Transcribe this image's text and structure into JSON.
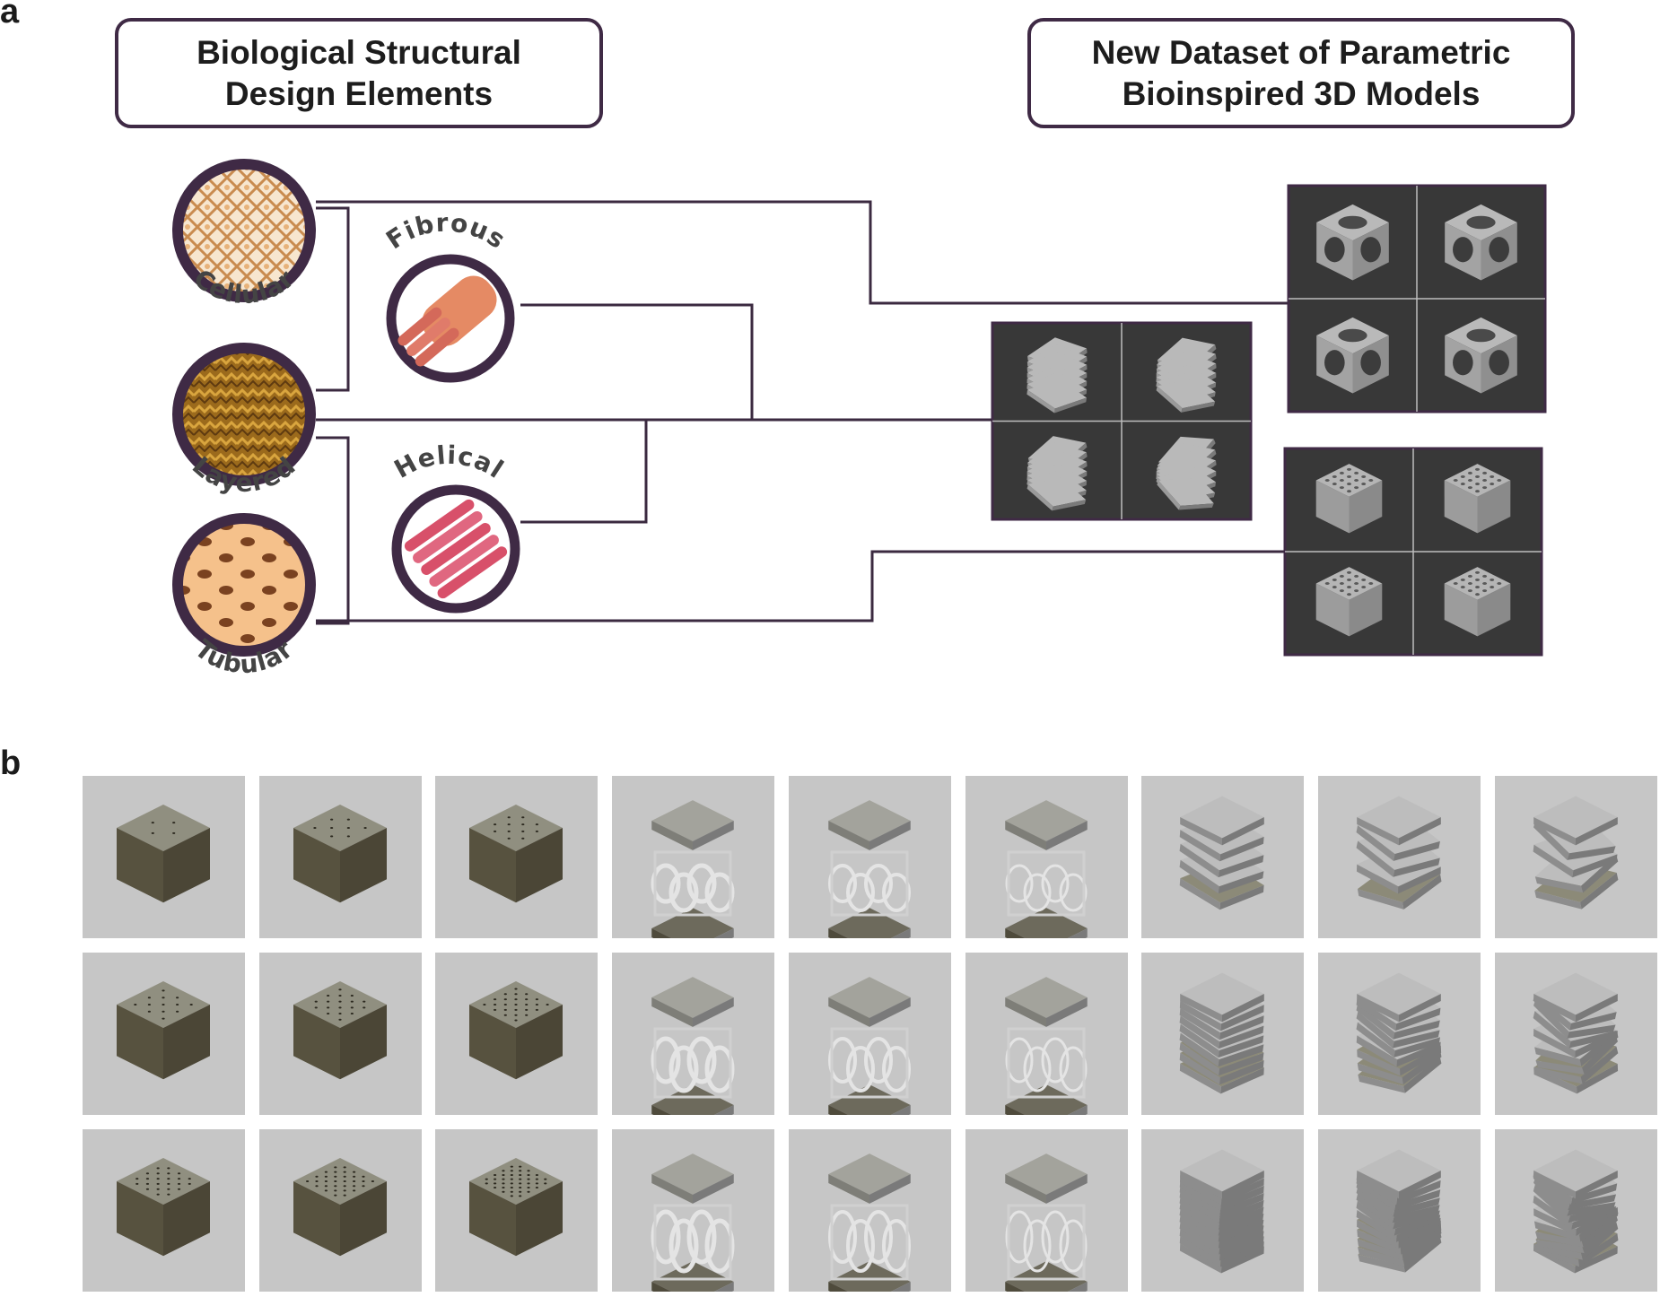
{
  "panel_a": {
    "label": "a",
    "left_title": "Biological Structural\nDesign Elements",
    "right_title": "New Dataset of Parametric\nBioinspired 3D Models",
    "elements": [
      {
        "name": "Cellular",
        "icon": "cellular-icon"
      },
      {
        "name": "Fibrous",
        "icon": "fibrous-icon"
      },
      {
        "name": "Layered",
        "icon": "layered-icon"
      },
      {
        "name": "Helical",
        "icon": "helical-icon"
      },
      {
        "name": "Tubular",
        "icon": "tubular-icon"
      }
    ]
  },
  "panel_b": {
    "label": "b",
    "columns": [
      "tubular",
      "tubular",
      "tubular",
      "cellular",
      "cellular",
      "cellular",
      "helical",
      "helical",
      "helical"
    ],
    "rows": 3
  },
  "colors": {
    "frame": "#3f2a45",
    "connector": "#3b2a40",
    "render_bg": "#383838",
    "thumb_bg": "#c6c6c6",
    "dark_block": "#57523f",
    "light_block": "#a9a9a9"
  }
}
